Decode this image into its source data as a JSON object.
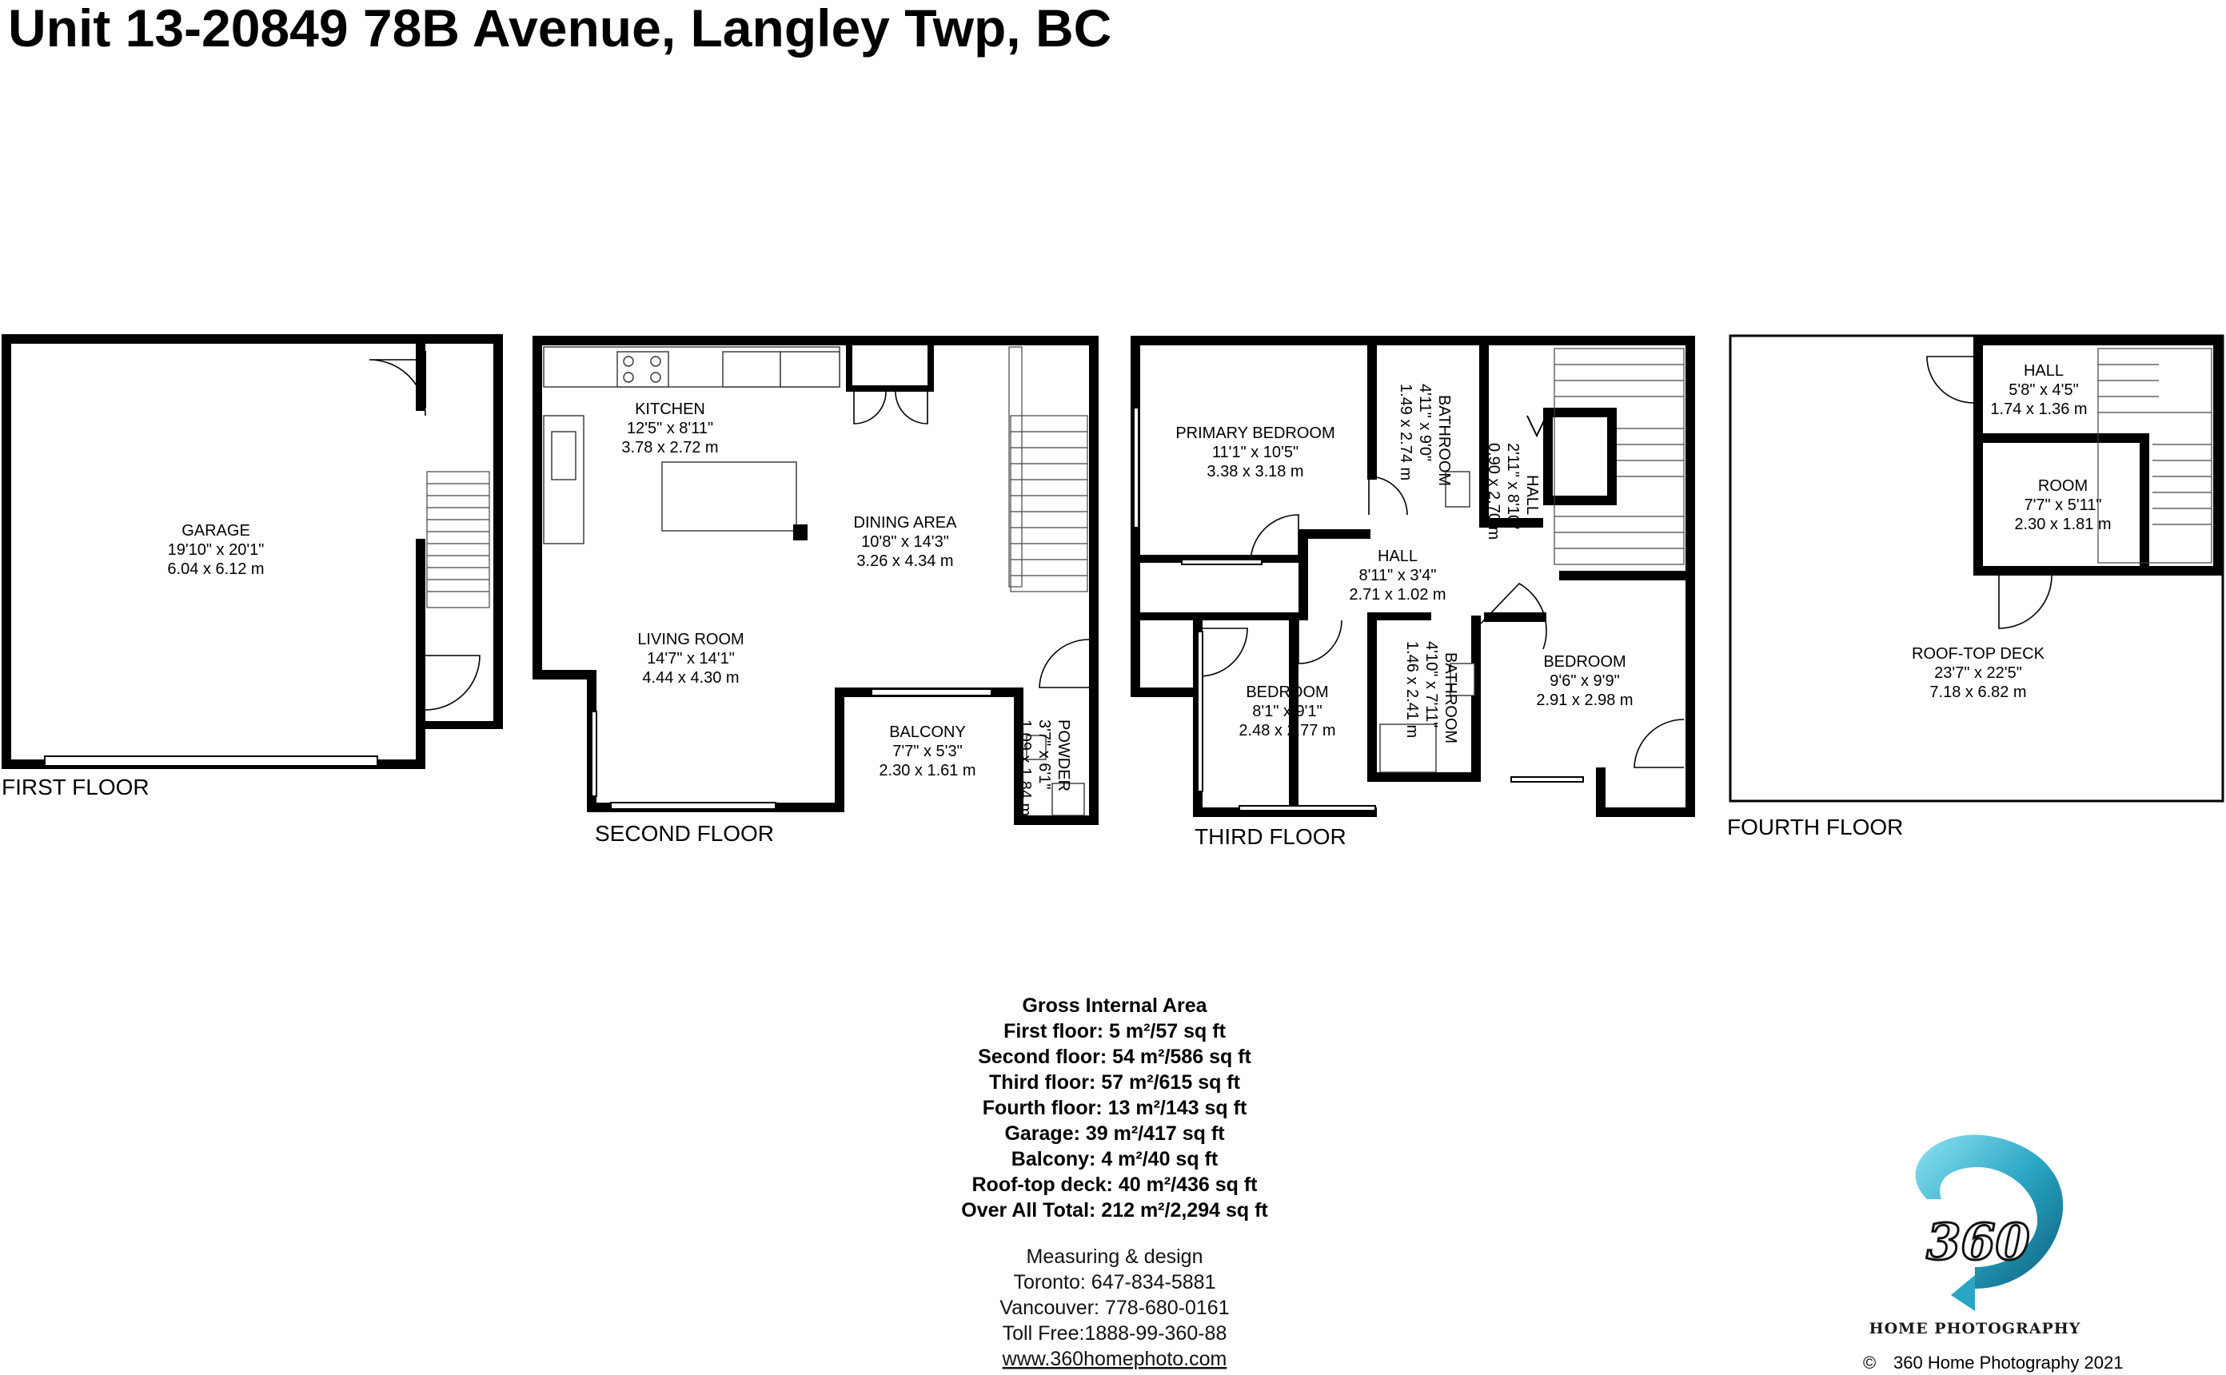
{
  "title": "Unit 13-20849 78B Avenue, Langley Twp, BC",
  "floors": {
    "first": "FIRST FLOOR",
    "second": "SECOND FLOOR",
    "third": "THIRD FLOOR",
    "fourth": "FOURTH FLOOR"
  },
  "rooms": {
    "garage": {
      "name": "GARAGE",
      "imperial": "19'10\" x 20'1\"",
      "metric": "6.04 x 6.12 m"
    },
    "kitchen": {
      "name": "KITCHEN",
      "imperial": "12'5\" x 8'11\"",
      "metric": "3.78 x 2.72 m"
    },
    "dining": {
      "name": "DINING AREA",
      "imperial": "10'8\" x 14'3\"",
      "metric": "3.26 x 4.34 m"
    },
    "living": {
      "name": "LIVING ROOM",
      "imperial": "14'7\" x 14'1\"",
      "metric": "4.44 x 4.30 m"
    },
    "balcony": {
      "name": "BALCONY",
      "imperial": "7'7\" x 5'3\"",
      "metric": "2.30 x 1.61 m"
    },
    "powder": {
      "name": "POWDER",
      "imperial": "3'7\" x 6'1\"",
      "metric": "1.09 x 1.84 m"
    },
    "primary_bedroom": {
      "name": "PRIMARY BEDROOM",
      "imperial": "11'1\" x 10'5\"",
      "metric": "3.38 x 3.18 m"
    },
    "bathroom_upper": {
      "name": "BATHROOM",
      "imperial": "4'11\" x 9'0\"",
      "metric": "1.49 x 2.74 m"
    },
    "hall_narrow": {
      "name": "HALL",
      "imperial": "2'11\" x 8'10\"",
      "metric": "0.90 x 2.70 m"
    },
    "hall_third": {
      "name": "HALL",
      "imperial": "8'11\" x 3'4\"",
      "metric": "2.71 x 1.02 m"
    },
    "bedroom_left": {
      "name": "BEDROOM",
      "imperial": "8'1\" x 9'1\"",
      "metric": "2.48 x 2.77 m"
    },
    "bathroom_lower": {
      "name": "BATHROOM",
      "imperial": "4'10\" x 7'11\"",
      "metric": "1.46 x 2.41 m"
    },
    "bedroom_right": {
      "name": "BEDROOM",
      "imperial": "9'6\" x 9'9\"",
      "metric": "2.91 x 2.98 m"
    },
    "hall_fourth": {
      "name": "HALL",
      "imperial": "5'8\" x 4'5\"",
      "metric": "1.74 x 1.36 m"
    },
    "room_fourth": {
      "name": "ROOM",
      "imperial": "7'7\" x 5'11\"",
      "metric": "2.30 x 1.81 m"
    },
    "deck": {
      "name": "ROOF-TOP DECK",
      "imperial": "23'7\" x 22'5\"",
      "metric": "7.18 x 6.82 m"
    }
  },
  "area_summary": {
    "heading": "Gross Internal Area",
    "lines": [
      "First floor: 5 m²/57 sq ft",
      "Second floor: 54 m²/586 sq ft",
      "Third floor: 57 m²/615 sq ft",
      "Fourth floor: 13 m²/143 sq ft",
      "Garage: 39 m²/417 sq ft",
      "Balcony: 4 m²/40 sq ft",
      "Roof-top deck: 40 m²/436 sq ft",
      "Over All Total: 212 m²/2,294 sq ft"
    ]
  },
  "contact": {
    "heading": "Measuring & design",
    "toronto": "Toronto: 647-834-5881",
    "vancouver": "Vancouver: 778-680-0161",
    "tollfree": "Toll Free:1888-99-360-88",
    "website": "www.360homephoto.com"
  },
  "logo": {
    "number": "360",
    "text": "HOME PHOTOGRAPHY",
    "color": "#2aa6c4"
  },
  "copyright": {
    "symbol": "©",
    "text": "360 Home Photography 2021"
  }
}
